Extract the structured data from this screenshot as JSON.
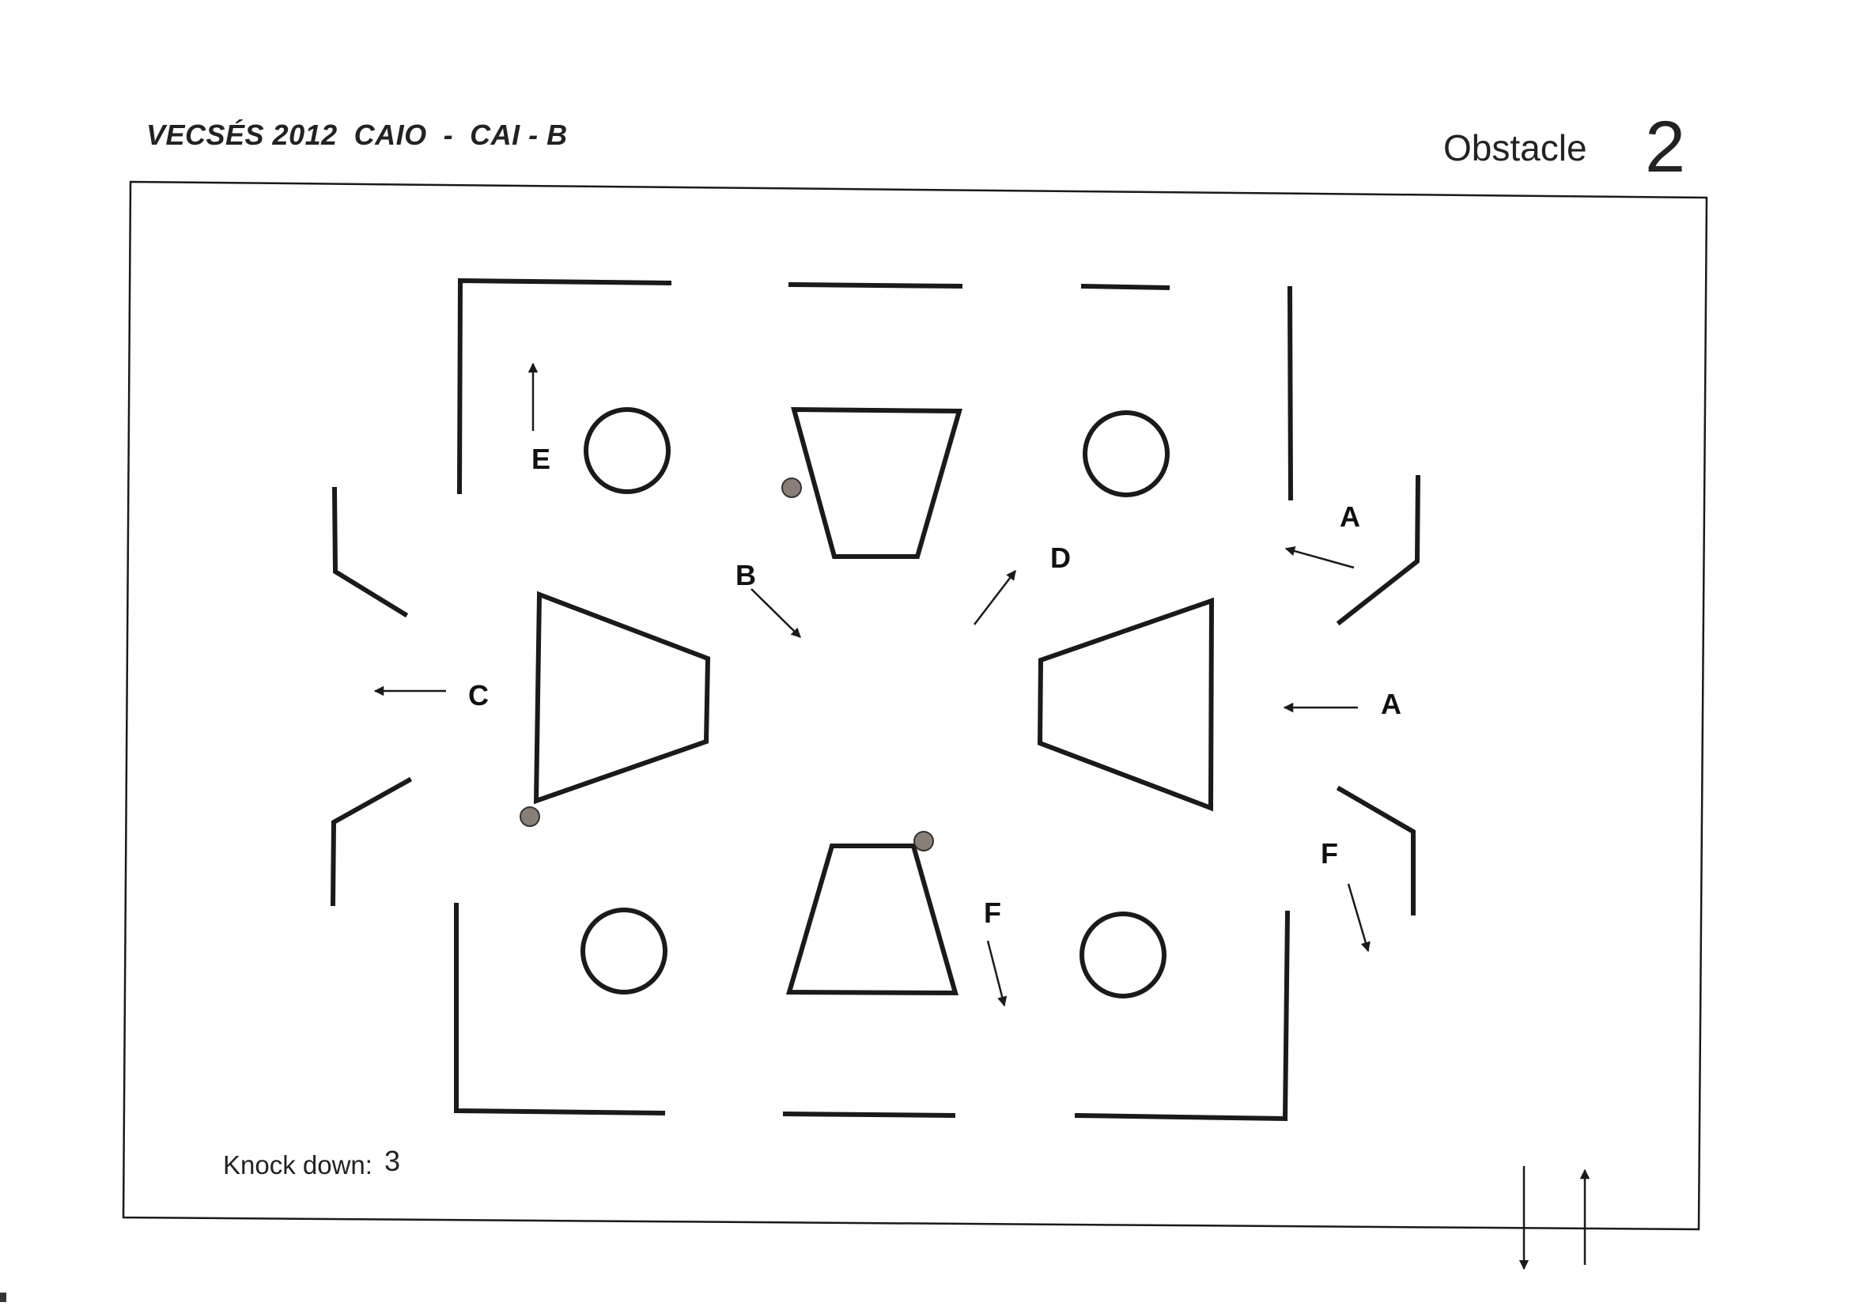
{
  "header": {
    "event": "VECSÉS 2012  CAIO  -  CAI - B",
    "obstacle_label": "Obstacle",
    "obstacle_number": "2"
  },
  "footer": {
    "knock_down_label": "Knock down:",
    "knock_down_value": "3"
  },
  "gates": {
    "a_upper": "A",
    "a_lower": "A",
    "b": "B",
    "c": "C",
    "d": "D",
    "e": "E",
    "f_left": "F",
    "f_right": "F"
  },
  "colors": {
    "line": "#1a1a1a",
    "marker": "#8a7f78"
  }
}
